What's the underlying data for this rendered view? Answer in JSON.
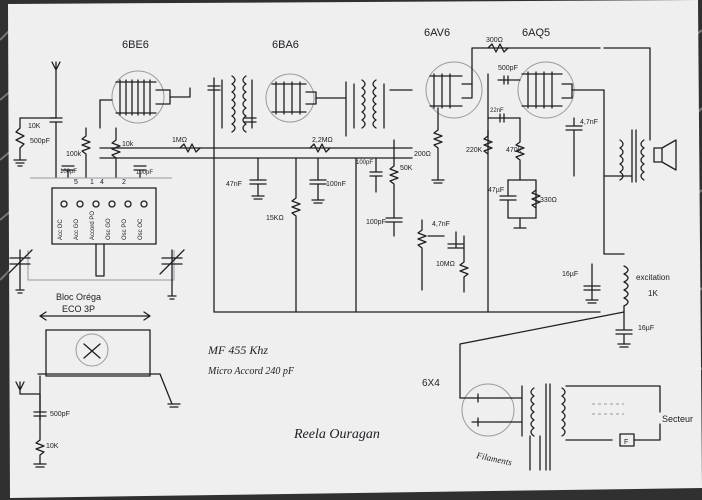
{
  "tubes": {
    "t1": "6BE6",
    "t2": "6BA6",
    "t3": "6AV6",
    "t4": "6AQ5",
    "t5": "6X4"
  },
  "components": {
    "c_ant_500": "500pF",
    "r_ant_10k": "10K",
    "r_100k": "100k",
    "r_10k": "10k",
    "c_100pf_a": "100pF",
    "c_100pf_b": "100pF",
    "r_1m": "1MΩ",
    "c_47nf_a": "47nF",
    "r_15k": "15KΩ",
    "c_100nf": "100nF",
    "r_2_2m": "2,2MΩ",
    "c_100pf_c": "100pF",
    "c_100pf_d": "100pF",
    "r_50k": "50K",
    "r_200": "200Ω",
    "c_4_7nf": "4,7nF",
    "r_10m": "10MΩ",
    "r_300": "300Ω",
    "c_500pf_top": "500pF",
    "c_22nf": "22nF",
    "r_220k": "220K",
    "r_470k": "470k",
    "c_47uf": "47µF",
    "r_330": "330Ω",
    "c_4_7nf_b": "4,7nF",
    "c_16uf_a": "16µF",
    "c_16uf_b": "16µF",
    "l_excitation": "excitation",
    "l_1k": "1K",
    "fuse": "F",
    "secteur": "Secteur",
    "filaments": "Filaments",
    "c_500pf_low": "500pF",
    "r_10k_low": "10K"
  },
  "bloc": {
    "title_1": "Bloc Oréga",
    "title_2": "ECO 3P",
    "pins": [
      "Acc OC",
      "Acc GO",
      "Accord PO",
      "Osc GO",
      "Osc PO",
      "Osc OC"
    ],
    "numbers": [
      "5",
      "4",
      "2",
      "1"
    ]
  },
  "notes": {
    "mf": "MF 455 Khz",
    "cv": "Micro Accord 240 pF",
    "title": "Reela Ouragan"
  }
}
